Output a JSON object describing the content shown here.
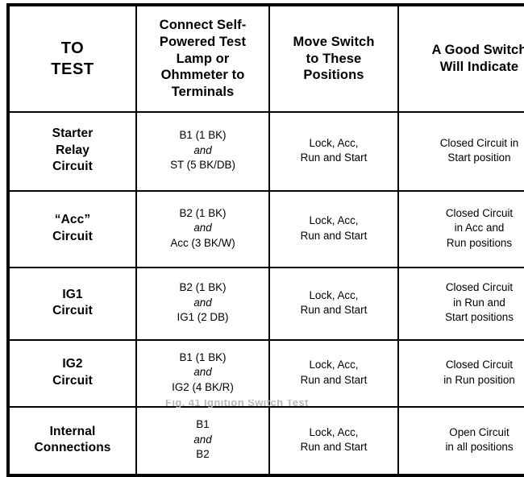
{
  "table": {
    "headers": [
      {
        "id": "to-test",
        "label": "TO\nTEST"
      },
      {
        "id": "connect",
        "label": "Connect Self-\nPowered Test\nLamp or\nOhmmeter to\nTerminals"
      },
      {
        "id": "move",
        "label": "Move Switch\nto These\nPositions"
      },
      {
        "id": "indicate",
        "label": "A Good Switch\nWill Indicate"
      }
    ],
    "rows": [
      {
        "test": "Starter\nRelay\nCircuit",
        "connect_first": "B1 (1 BK)",
        "connect_conj": "and",
        "connect_second": "ST (5 BK/DB)",
        "move": "Lock, Acc,\nRun and Start",
        "indicate": "Closed Circuit in\nStart position"
      },
      {
        "test": "“Acc”\nCircuit",
        "connect_first": "B2 (1 BK)",
        "connect_conj": "and",
        "connect_second": "Acc (3 BK/W)",
        "move": "Lock, Acc,\nRun and Start",
        "indicate": "Closed Circuit\nin Acc and\nRun positions"
      },
      {
        "test": "IG1\nCircuit",
        "connect_first": "B2 (1 BK)",
        "connect_conj": "and",
        "connect_second": "IG1 (2 DB)",
        "move": "Lock, Acc,\nRun and Start",
        "indicate": "Closed Circuit\nin Run and\nStart positions"
      },
      {
        "test": "IG2\nCircuit",
        "connect_first": "B1 (1 BK)",
        "connect_conj": "and",
        "connect_second": "IG2 (4 BK/R)",
        "move": "Lock, Acc,\nRun and Start",
        "indicate": "Closed Circuit\nin Run position"
      },
      {
        "test": "Internal\nConnections",
        "connect_first": "B1",
        "connect_conj": "and",
        "connect_second": "B2",
        "move": "Lock, Acc,\nRun and Start",
        "indicate": "Open Circuit\nin all positions"
      }
    ]
  },
  "caption": {
    "text": "Fig. 41 Ignition Switch Test"
  },
  "colors": {
    "ink": "#000000",
    "paper": "#ffffff",
    "caption_faded": "#b9b9b9"
  }
}
